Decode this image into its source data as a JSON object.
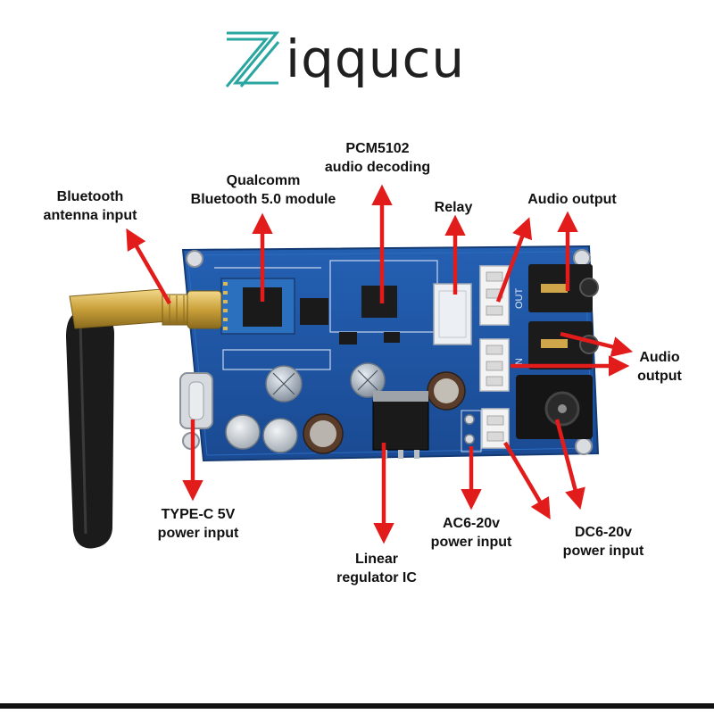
{
  "brand": {
    "letter": "Z",
    "rest": "iqqucu",
    "accent": "#2aa6a0",
    "ink": "#1f1f1f"
  },
  "labels": {
    "bt_antenna": [
      "Bluetooth",
      "antenna input"
    ],
    "qualcomm": [
      "Qualcomm",
      "Bluetooth 5.0 module"
    ],
    "pcm": [
      "PCM5102",
      "audio decoding"
    ],
    "relay": [
      "Relay"
    ],
    "audio_out_top": [
      "Audio output"
    ],
    "audio_out_right": [
      "Audio",
      "output"
    ],
    "typec": [
      "TYPE-C 5V",
      "power input"
    ],
    "linear": [
      "Linear",
      "regulator IC"
    ],
    "ac": [
      "AC6-20v",
      "power input"
    ],
    "dc": [
      "DC6-20v",
      "power input"
    ]
  },
  "board_marks": {
    "out": "OUT",
    "in": "IN"
  },
  "colors": {
    "arrow": "#e21b1b",
    "pcb": "#1f57a8",
    "pcb_dark": "#163f80",
    "antenna": "#1b1b1b",
    "gold": "#c9a53a"
  }
}
